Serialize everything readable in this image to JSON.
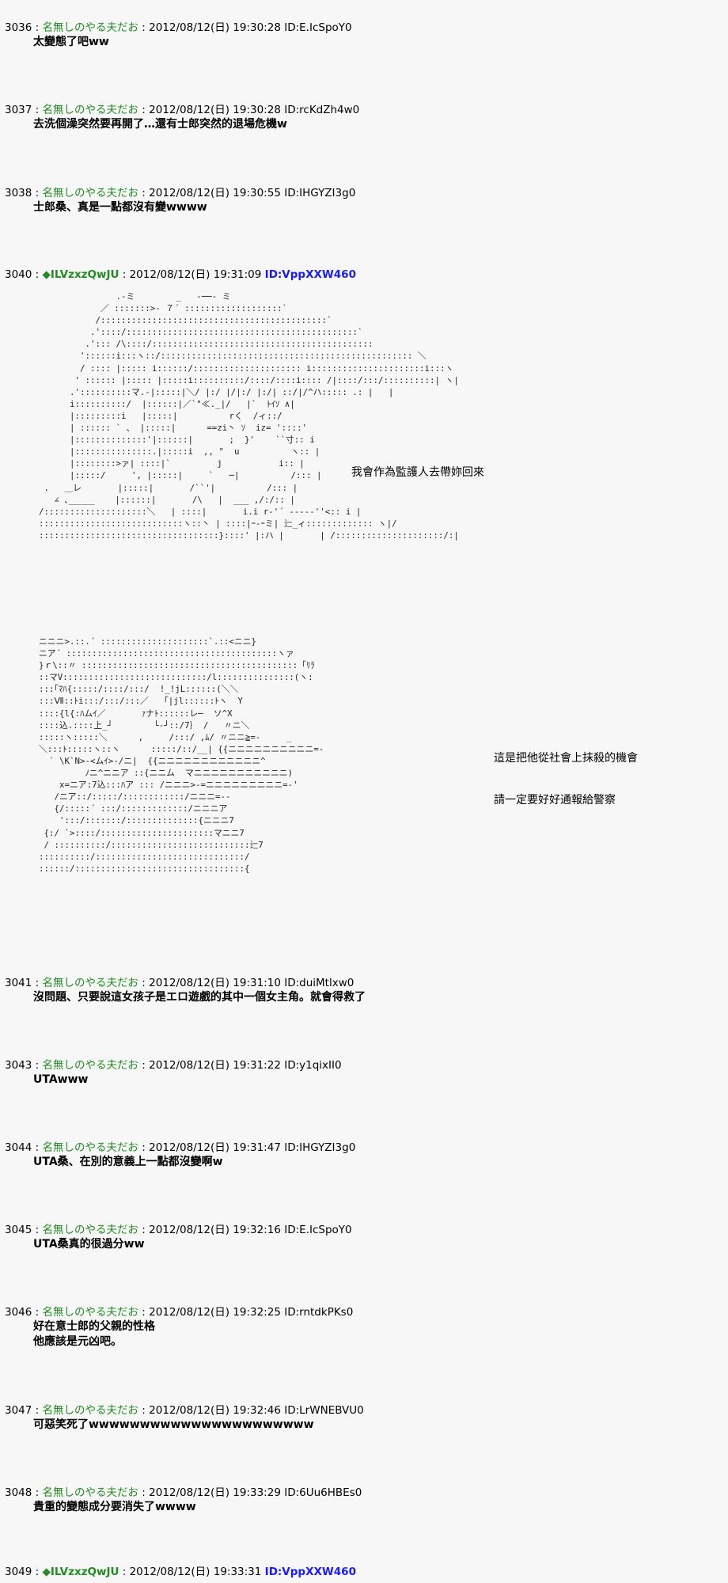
{
  "posts_top": [
    {
      "num": "3036",
      "name": "名無しのやる夫だお",
      "date": "2012/08/12(日) 19:30:28",
      "id": "ID:E.IcSpoY0",
      "lines": [
        "太變態了吧ww"
      ]
    },
    {
      "num": "3037",
      "name": "名無しのやる夫だお",
      "date": "2012/08/12(日) 19:30:28",
      "id": "ID:rcKdZh4w0",
      "lines": [
        "去洗個澡突然要再開了…還有士郎突然的退場危機w"
      ]
    },
    {
      "num": "3038",
      "name": "名無しのやる夫だお",
      "date": "2012/08/12(日) 19:30:55",
      "id": "ID:IHGYZI3g0",
      "lines": [
        "士郎桑、真是一點都沒有變wwww"
      ]
    }
  ],
  "op_post": {
    "num": "3040",
    "trip": "◆ILVzxzQwJU",
    "date": "2012/08/12(日) 19:31:09",
    "id": "ID:VppXXW460"
  },
  "side_texts": [
    "我會作為監護人去帶妳回來",
    "這是把他從社會上抹殺的機會",
    "請一定要好好通報給警察"
  ],
  "posts_bottom": [
    {
      "num": "3041",
      "name": "名無しのやる夫だお",
      "date": "2012/08/12(日) 19:31:10",
      "id": "ID:duiMtlxw0",
      "lines": [
        "沒問題、只要說這女孩子是エロ遊戲的其中一個女主角。就會得救了"
      ]
    },
    {
      "num": "3043",
      "name": "名無しのやる夫だお",
      "date": "2012/08/12(日) 19:31:22",
      "id": "ID:y1qixII0",
      "lines": [
        "UTAwww"
      ]
    },
    {
      "num": "3044",
      "name": "名無しのやる夫だお",
      "date": "2012/08/12(日) 19:31:47",
      "id": "ID:IHGYZI3g0",
      "lines": [
        "UTA桑、在別的意義上一點都沒變啊w"
      ]
    },
    {
      "num": "3045",
      "name": "名無しのやる夫だお",
      "date": "2012/08/12(日) 19:32:16",
      "id": "ID:E.IcSpoY0",
      "lines": [
        "UTA桑真的很過分ww"
      ]
    },
    {
      "num": "3046",
      "name": "名無しのやる夫だお",
      "date": "2012/08/12(日) 19:32:25",
      "id": "ID:rntdkPKs0",
      "lines": [
        "好在意士郎的父親的性格",
        "他應該是元凶吧。"
      ]
    },
    {
      "num": "3047",
      "name": "名無しのやる夫だお",
      "date": "2012/08/12(日) 19:32:46",
      "id": "ID:LrWNEBVU0",
      "lines": [
        "可惡笑死了wwwwwwwwwwwwwwwwwwwwww"
      ]
    },
    {
      "num": "3048",
      "name": "名無しのやる夫だお",
      "date": "2012/08/12(日) 19:33:29",
      "id": "ID:6Uu6HBEs0",
      "lines": [
        "貴重的變態成分要消失了wwww"
      ]
    }
  ],
  "last_post": {
    "num": "3049",
    "trip": "◆ILVzxzQwJU",
    "date": "2012/08/12(日) 19:33:31",
    "id": "ID:VppXXW460"
  },
  "aa1": "                 .-ミ        _   -──- ミ\n              ／ :::::::>- ７´ :::::::::::::::::::`\n             /::::::::::::::::::::::::::::::::::::::::::::`\n            .'::::/:::::::::::::::::::::::::::::::::::::::::::::`\n           .'::: /\\::::/:::::::::::::::::::::::::::::::::::::::::::\n          '::::::i:::ヽ::/::::::::::::::::::::::::::::::::::::::::::::::::: ＼\n          / :::: |::::: i::::::/::::::::::::::::::::: i::::::::::::::::::::::i:::ヽ\n         ' :::::: |::::: |:::::i::::::::::/::::/::::i:::: /|::::/:::/::::::::::| ヽ|\n        .'::::::::::マ.-|:::::|＼/ |:/ |/|:/ |:/| ::/|/^ハ::::: .: |   |\n        i::::::::::/  |::::::|／`\"≪._|/   |`  ﾄｲｿ ∧|\n        |:::::::::i   |:::::|          rく  /ィ::/\n        | :::::: ` 、 |:::::|      ==zi丶 ｿ  iz= '::::'\n        |::::::::::::::'|::::::|       ;  }'    ``寸:: i\n        |:::::::::::::::.|:::::i  ,, \"  u          ヽ:: |\n        |::::::::>ァ| ::::|`         j           i:: |\n        |:::::/     ', |:::::|     `   ─|          /::: |\n   .   ＿レ       |:::::|       /``'|          /::: |\n     ∠ ､_____    |::::::|       /\\   |  ___ ,/:/:: |\n  /::::::::::::::::::::＼   | ::::|       i.i r-'´ ‐‐‐‐‐''<:: i |\n  ::::::::::::::::::::::::::::ヽ::丶 | ::::|ｰ-ｰミ| 辷_ィ::::::::::::: ヽ|/\n  :::::::::::::::::::::::::::::::::::}::::' |:ハ |       | /:::::::::::::::::::::/:|",
  "aa2": "  ニニニ>.::.´ :::::::::::::::::::::`.::<ニニ}\n  ニア´ :::::::::::::::::::::::::::::::::::::::::ヽァ\n  }ｒ\\::〃 ::::::::::::::::::::::::::::::::::::::::::「ﾘﾗ\n  ::マV::::::::::::::::::::::::::::/l:::::::::::::::(ヽ:\n  :::｢ﾏﾊ{:::::/::::/:::/  !_!jL::::::(＼＼\n  :::Ⅶ::ﾄi:::/:::/:::／   ｢|jl::::::ﾄヽ  Y\n  ::::{l{:ﾊムｲ／       ｧナﾄ::::::レ─  ソ^X\n  ::::込.::::上_┘        └-┘::/7｝ /   〃ニ＼\n  :::::ヽ:::::＼      ,     /:::/ ,ﾑ/ 〃ニニ≧=-     _\n  ＼:::ﾄ:::::ヽ::ヽ      :::::/::/__| {{ニニニニニニニニニニ=-\n    ` \\K`N>-<ムｲ>-/ニ|  {{ニニニニニニニニニニニニ^\n           ﾉニ^ニニア ::{ニニム  マニニニニニニニニニニニ)\n      x=ニア:7込:::ﾊア ::: /ニニニ>-=ニニニニニニニニニ=-'\n     /ニア::/:::::/::::::::::::/ニニニ=--\n     {/:::::´ :::/:::::::::::::/ニニニア\n      ':::/:::::::/::::::::::::::{ニニニ7\n   {:/ `>::::/::::::::::::::::::::::マニニ7\n   / ::::::::::/:::::::::::::::::::::::::::辷7\n  ::::::::::/:::::::::::::::::::::::::::::/\n  ::::::/:::::::::::::::::::::::::::::::::{"
}
